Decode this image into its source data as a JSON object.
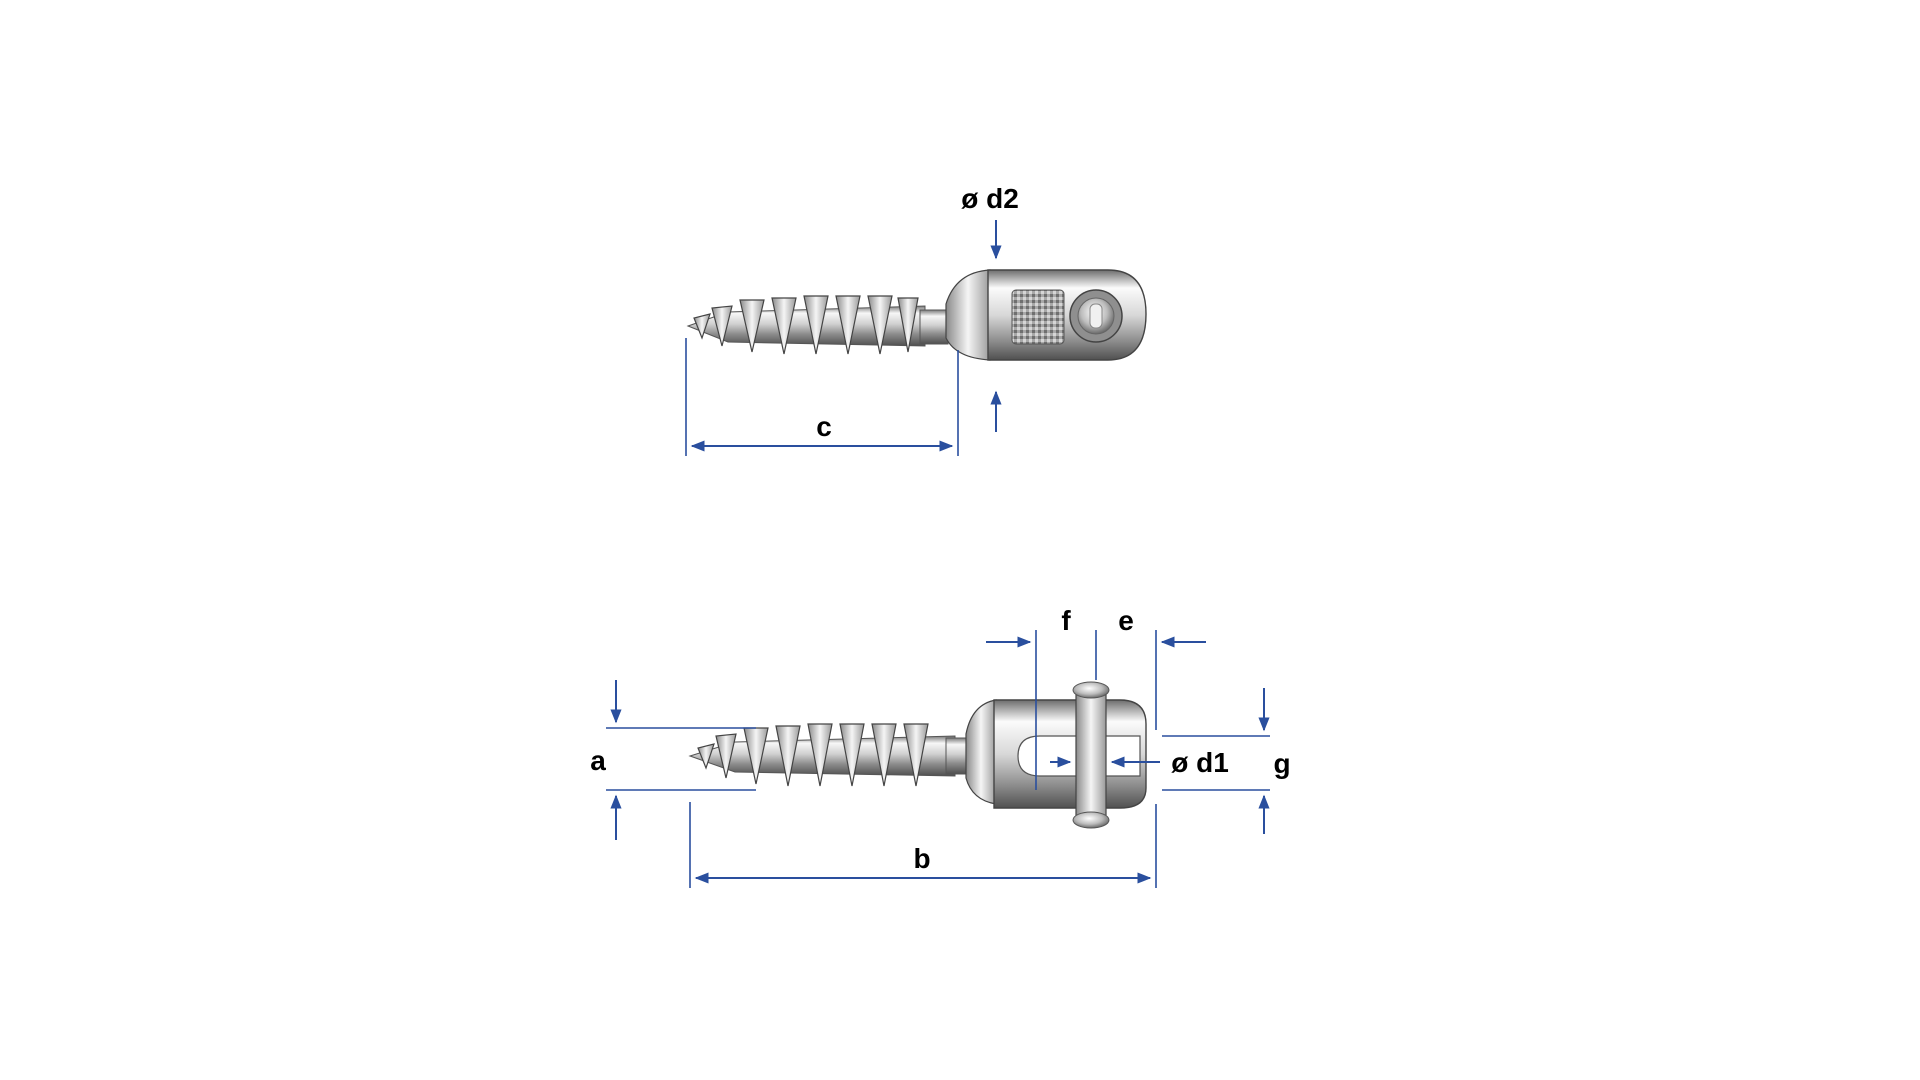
{
  "colors": {
    "dimension_line": "#2a4f9e",
    "label_text": "#000000",
    "background": "#ffffff",
    "metal_light": "#f4f4f4",
    "metal_mid": "#b9b9b9",
    "metal_dark": "#5e5e5e"
  },
  "labels": {
    "d2": "ø d2",
    "c": "c",
    "a": "a",
    "b": "b",
    "f": "f",
    "e": "e",
    "d1": "ø d1",
    "g": "g"
  }
}
